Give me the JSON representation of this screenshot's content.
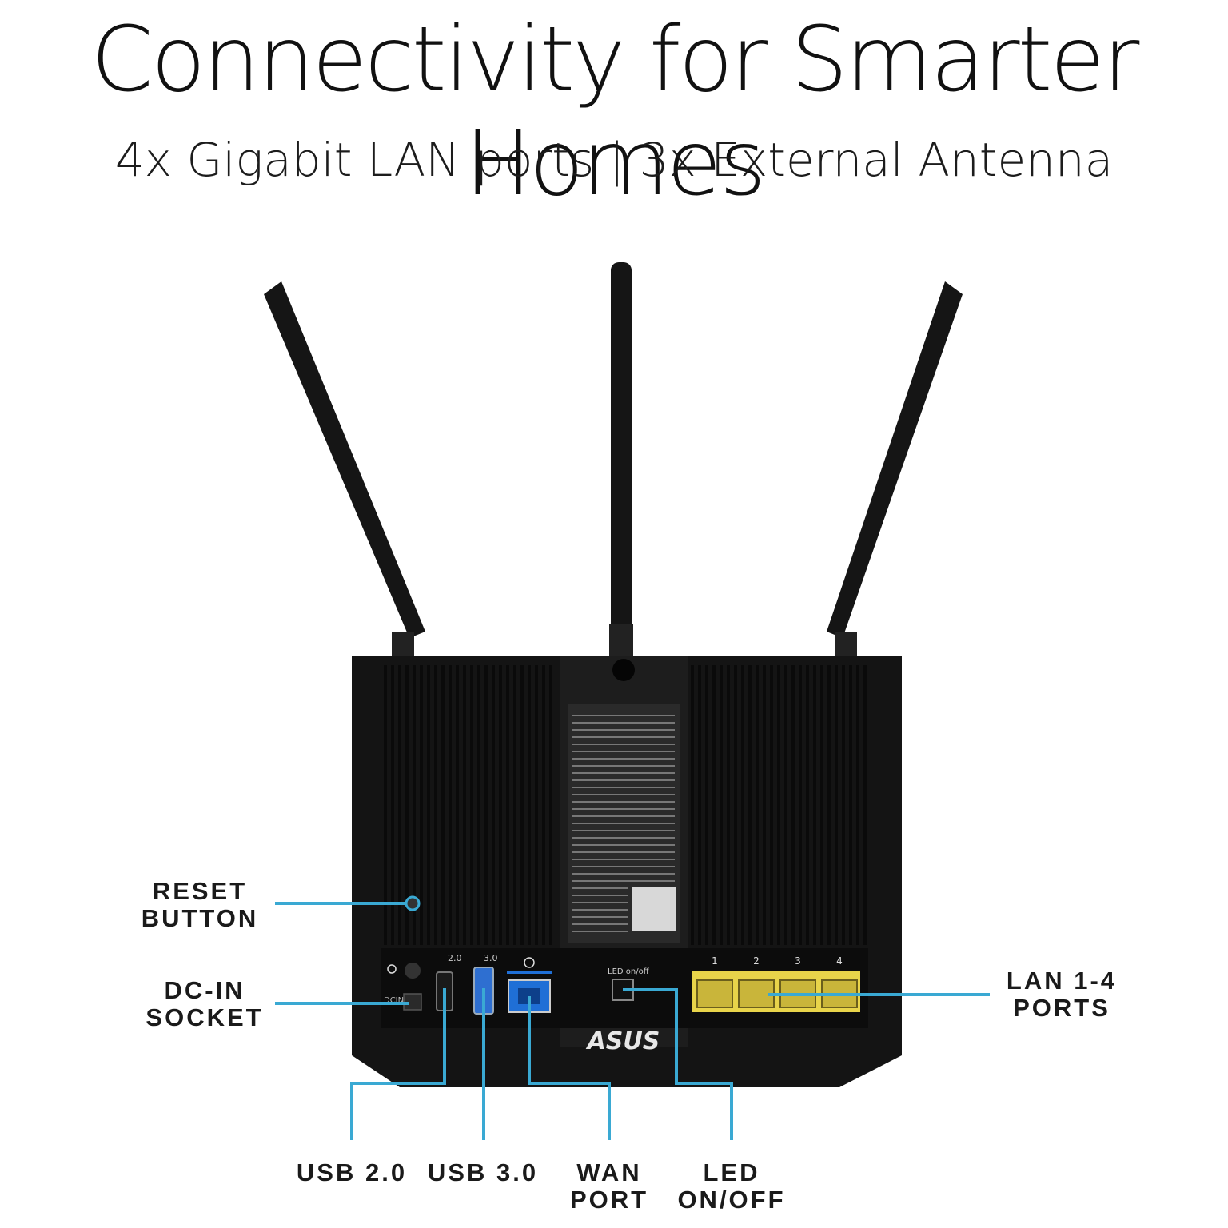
{
  "headline": "Connectivity for Smarter Homes",
  "subheadline": "4x Gigabit LAN ports | 3x External Antenna",
  "brand": "ASUS",
  "colors": {
    "callout_line": "#3aa9d3",
    "router_body": "#151515",
    "usb3_port": "#2e6fd1",
    "wan_port": "#1f6fd6",
    "lan_ports": "#e8d44a"
  },
  "callouts": {
    "reset": [
      "RESET",
      "BUTTON"
    ],
    "dcin": [
      "DC-IN",
      "SOCKET"
    ],
    "lan": [
      "LAN 1-4",
      "PORTS"
    ],
    "usb2": [
      "USB 2.0"
    ],
    "usb3": [
      "USB 3.0"
    ],
    "wan": [
      "WAN",
      "PORT"
    ],
    "led": [
      "LED",
      "ON/OFF"
    ]
  },
  "router_markings": {
    "usb2_mark": "2.0",
    "usb3_mark": "3.0",
    "led_mark": "LED on/off",
    "dcin_mark": "DCIN",
    "lan_numbers": [
      "1",
      "2",
      "3",
      "4"
    ]
  }
}
